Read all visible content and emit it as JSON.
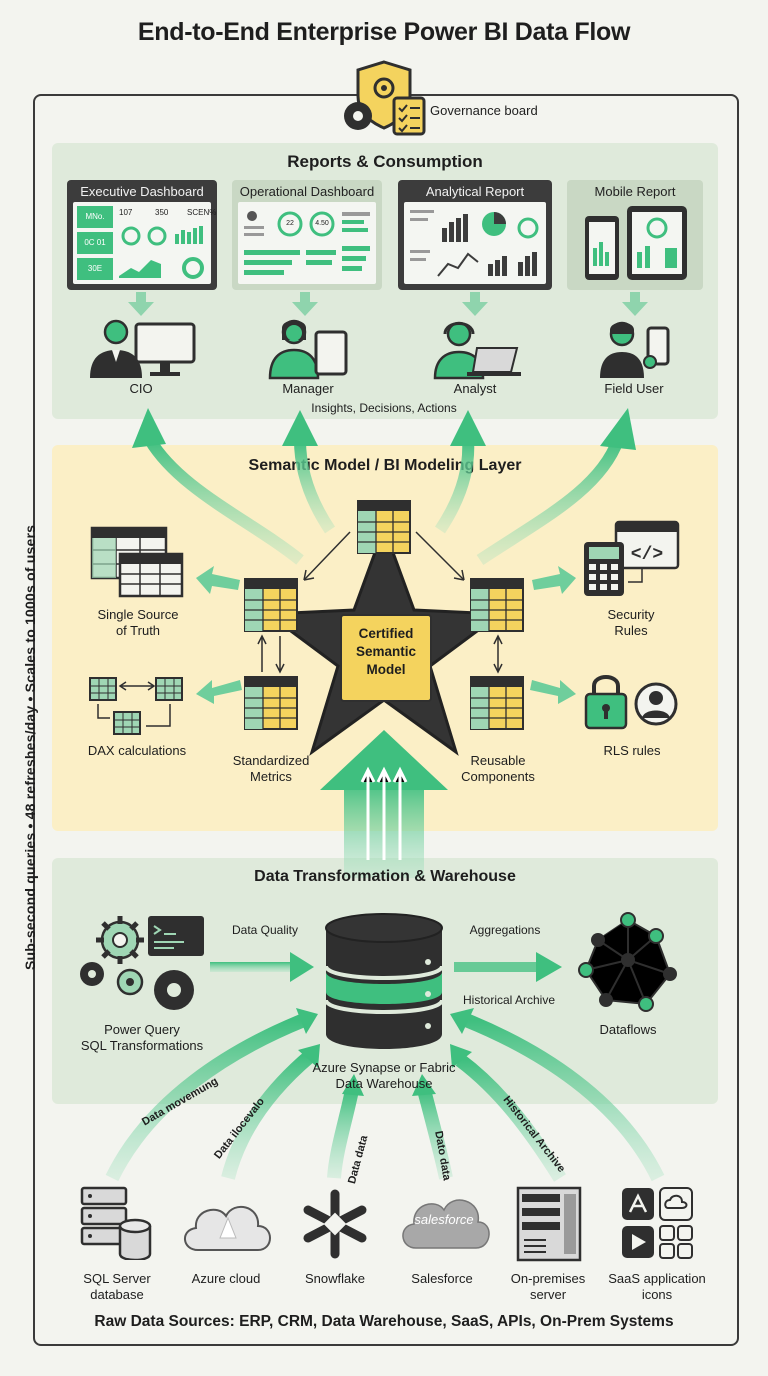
{
  "title": "End-to-End Enterprise Power BI Data Flow",
  "governance": {
    "label": "Governance board",
    "icon": "shield-gear-checklist-icon"
  },
  "consumption": {
    "title": "Reports & Consumption",
    "reports": [
      {
        "label": "Executive Dashboard",
        "kpis": [
          "MNo.",
          "107",
          "350",
          "SCEN%",
          "0C 01",
          "30E"
        ]
      },
      {
        "label": "Operational Dashboard",
        "kpis": [
          "22",
          "4.50"
        ]
      },
      {
        "label": "Analytical Report"
      },
      {
        "label": "Mobile Report"
      }
    ],
    "personas": [
      {
        "label": "CIO",
        "icon": "executive-with-monitor-icon"
      },
      {
        "label": "Manager",
        "icon": "manager-with-tablet-icon"
      },
      {
        "label": "Analyst",
        "icon": "analyst-with-laptop-icon"
      },
      {
        "label": "Field User",
        "icon": "field-user-with-phone-icon"
      }
    ],
    "caption": "Insights, Decisions, Actions"
  },
  "semantic": {
    "title": "Semantic Model / BI Modeling Layer",
    "center": [
      "Certified",
      "Semantic",
      "Model"
    ],
    "items": {
      "single_source": [
        "Single Source",
        "of Truth"
      ],
      "dax": "DAX calculations",
      "metrics": [
        "Standardized",
        "Metrics"
      ],
      "components": [
        "Reusable",
        "Components"
      ],
      "security": [
        "Security",
        "Rules"
      ],
      "rls": "RLS rules"
    }
  },
  "warehouse": {
    "title": "Data Transformation & Warehouse",
    "power_query": [
      "Power Query",
      "SQL Transformations"
    ],
    "data_quality": "Data Quality",
    "aggregations": "Aggregations",
    "historical_archive": "Historical Archive",
    "dataflows": "Dataflows",
    "warehouse_label": [
      "Azure Synapse or Fabric",
      "Data Warehouse"
    ]
  },
  "arrow_labels": [
    "Data movemung",
    "Data ilocevalo",
    "Data data",
    "Dato data",
    "Historical Archive"
  ],
  "sources": [
    {
      "label": [
        "SQL Server",
        "database"
      ],
      "icon": "sql-server-database-icon"
    },
    {
      "label": [
        "Azure cloud"
      ],
      "icon": "azure-cloud-icon"
    },
    {
      "label": [
        "Snowflake"
      ],
      "icon": "snowflake-icon"
    },
    {
      "label": [
        "Salesforce"
      ],
      "icon": "salesforce-cloud-icon",
      "logo_text": "salesforce"
    },
    {
      "label": [
        "On-premises",
        "server"
      ],
      "icon": "on-premises-server-icon"
    },
    {
      "label": [
        "SaaS application",
        "icons"
      ],
      "icon": "saas-app-grid-icon"
    }
  ],
  "side_text": "Sub-second queries  •  48 refreshes/day  •  Scales to 1000s of users",
  "footer": "Raw Data Sources: ERP, CRM, Data Warehouse, SaaS, APIs, On-Prem Systems",
  "colors": {
    "green": "#3fbf7f",
    "green_light": "#9fe0bd",
    "yellow": "#f4d35e",
    "dark": "#2f2f2f",
    "panel_green": "#dfeadb",
    "panel_yellow": "#fbefc6"
  }
}
